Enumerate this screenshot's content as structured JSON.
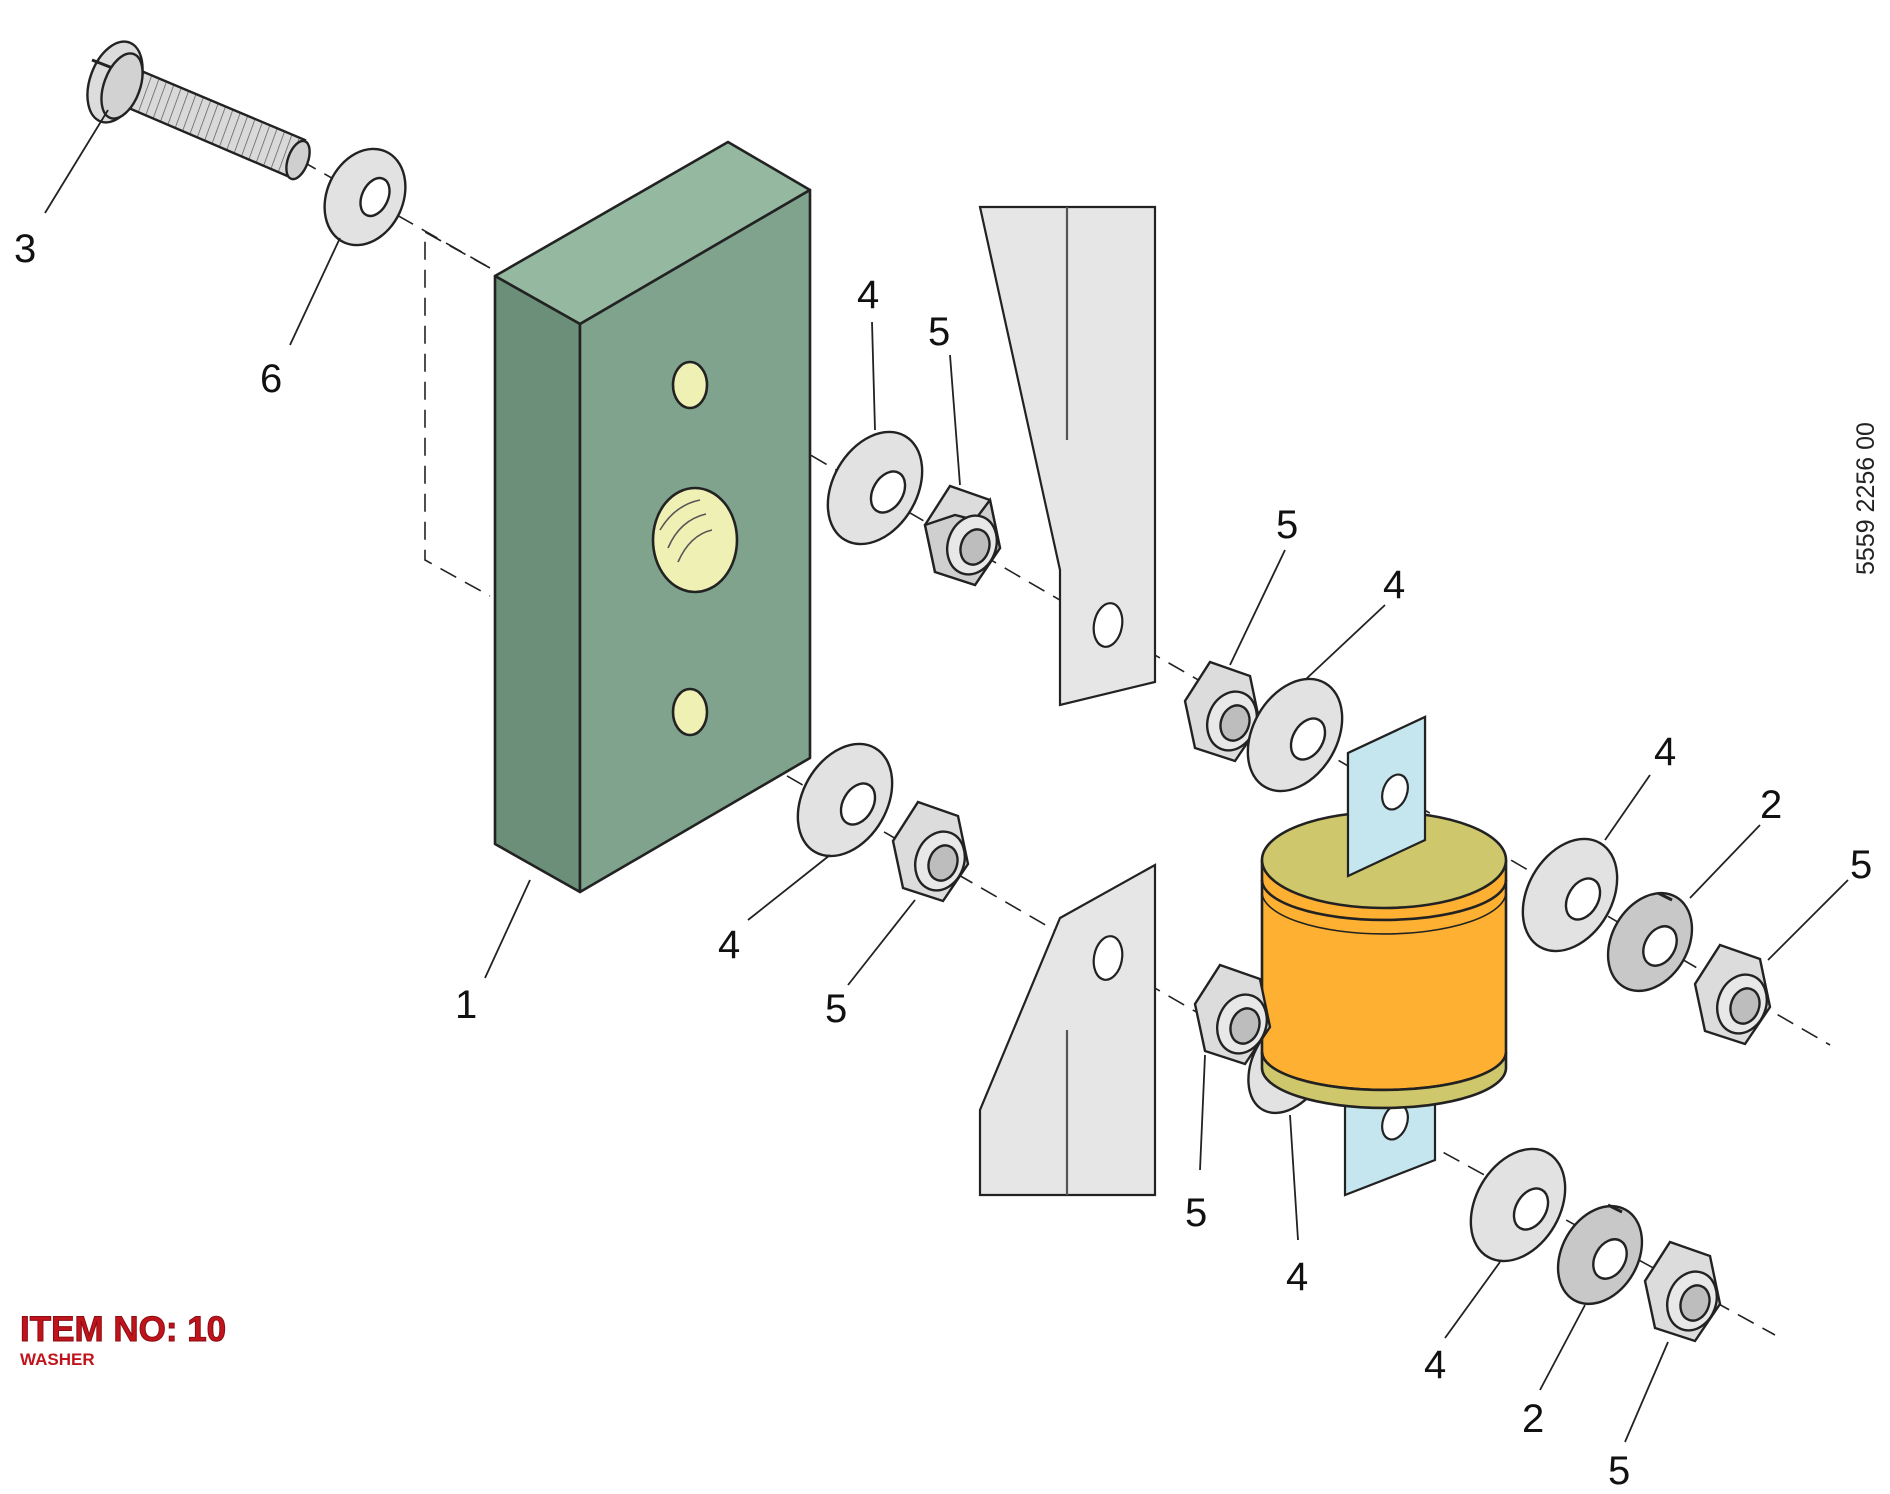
{
  "figure": {
    "document_number": "5559 2256 00",
    "item": {
      "title": "ITEM NO: 10",
      "subtitle": "WASHER"
    },
    "colors": {
      "block": "#7fa38c",
      "block_top": "#95b8a0",
      "block_side": "#6b8f78",
      "hole_fill": "#eef0b4",
      "bracket": "#e6e6e6",
      "washer": "#e2e2e2",
      "lock_washer": "#c8c8c8",
      "isolator_body": "#fdb031",
      "isolator_cap": "#cfc76c",
      "tab": "#c6e6ef",
      "label_red": "#c0131b"
    },
    "callouts": [
      {
        "number": "3",
        "part": "screw"
      },
      {
        "number": "6",
        "part": "washer-screw"
      },
      {
        "number": "4",
        "part": "washer-upper-left"
      },
      {
        "number": "5",
        "part": "nut-upper-left"
      },
      {
        "number": "5",
        "part": "nut-upper-right"
      },
      {
        "number": "4",
        "part": "washer-upper-right"
      },
      {
        "number": "4",
        "part": "washer-lower-left"
      },
      {
        "number": "5",
        "part": "nut-lower-left"
      },
      {
        "number": "1",
        "part": "mounting-block"
      },
      {
        "number": "5",
        "part": "nut-lower-center"
      },
      {
        "number": "4",
        "part": "washer-lower-center"
      },
      {
        "number": "4",
        "part": "washer-right-top"
      },
      {
        "number": "2",
        "part": "lock-washer-right-top"
      },
      {
        "number": "5",
        "part": "nut-right-top"
      },
      {
        "number": "4",
        "part": "washer-right-bottom"
      },
      {
        "number": "2",
        "part": "lock-washer-right-bottom"
      },
      {
        "number": "5",
        "part": "nut-right-bottom"
      }
    ]
  }
}
